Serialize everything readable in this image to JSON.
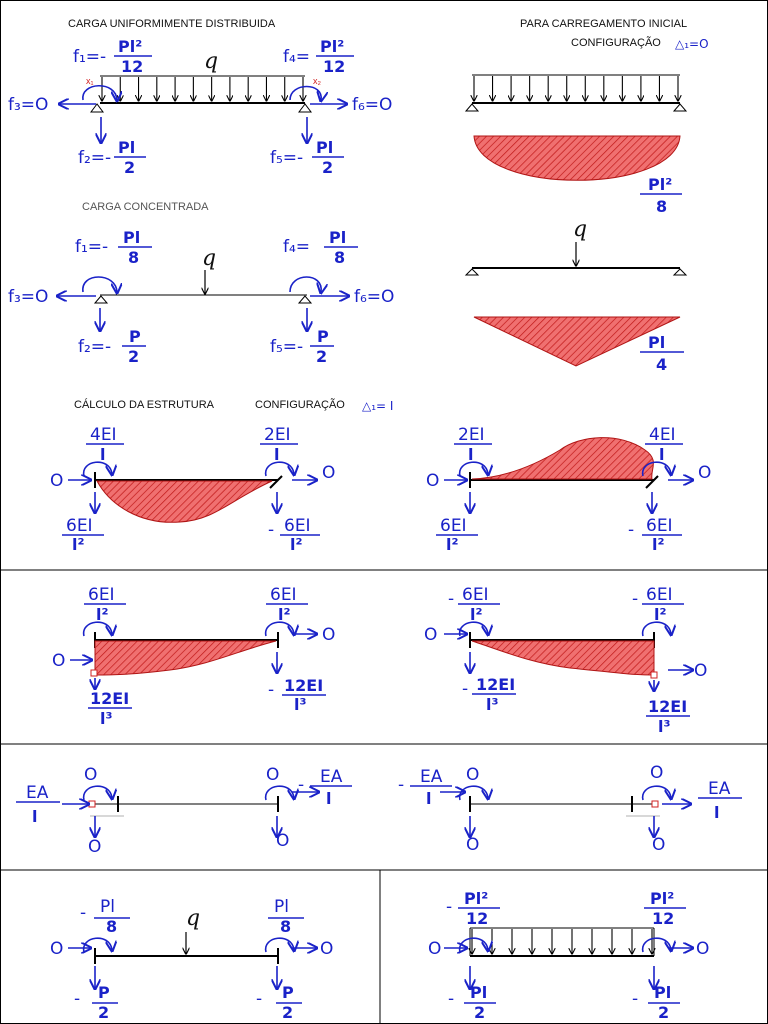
{
  "titles": {
    "uniform": "CARGA UNIFORMIMENTE DISTRIBUIDA",
    "initial": "PARA CARREGAMENTO INICIAL",
    "config0": "CONFIGURAÇÃO",
    "config0_eq": "△₁=O",
    "concentrated": "CARGA CONCENTRADA",
    "structure": "CÁLCULO DA ESTRUTURA",
    "config1": "CONFIGURAÇÃO",
    "config1_eq": "△₁= I"
  },
  "uniform": {
    "f1": "f₁=-",
    "f1_num": "Pl²",
    "f1_den": "12",
    "f4": "f₄=",
    "f4_num": "Pl²",
    "f4_den": "12",
    "f3": "f₃=O",
    "f6": "f₆=O",
    "f2": "f₂=-",
    "f2_num": "Pl",
    "f2_den": "2",
    "f5": "f₅=-",
    "f5_num": "Pl",
    "f5_den": "2",
    "q": "q",
    "x1": "x₁",
    "x2": "x₂"
  },
  "uniform_moment": {
    "num": "Pl²",
    "den": "8"
  },
  "concentrated": {
    "f1": "f₁=-",
    "f1_num": "Pl",
    "f1_den": "8",
    "f4": "f₄=",
    "f4_num": "Pl",
    "f4_den": "8",
    "f3": "f₃=O",
    "f6": "f₆=O",
    "f2": "f₂=-",
    "f2_num": "P",
    "f2_den": "2",
    "f5": "f₅=-",
    "f5_num": "P",
    "f5_den": "2",
    "q": "q"
  },
  "concentrated_moment": {
    "num": "Pl",
    "den": "4",
    "q": "q"
  },
  "rot_left": {
    "m_left_num": "4EI",
    "m_left_den": "l",
    "m_right_num": "2EI",
    "m_right_den": "l",
    "axial_left": "O",
    "axial_right": "O",
    "v_left_num": "6EI",
    "v_left_den": "l²",
    "v_right_sign": "-",
    "v_right_num": "6EI",
    "v_right_den": "l²"
  },
  "rot_right": {
    "m_left_num": "2EI",
    "m_left_den": "l",
    "m_right_num": "4EI",
    "m_right_den": "l",
    "axial_left": "O",
    "axial_right": "O",
    "v_left_num": "6EI",
    "v_left_den": "l²",
    "v_right_sign": "-",
    "v_right_num": "6EI",
    "v_right_den": "l²"
  },
  "trans_left": {
    "m_left_num": "6EI",
    "m_left_den": "l²",
    "m_right_num": "6EI",
    "m_right_den": "l²",
    "axial_left": "O",
    "axial_right": "O",
    "v_left_num": "12EI",
    "v_left_den": "l³",
    "v_right_sign": "-",
    "v_right_num": "12EI",
    "v_right_den": "l³"
  },
  "trans_right": {
    "m_left_sign": "-",
    "m_left_num": "6EI",
    "m_left_den": "l²",
    "m_right_sign": "-",
    "m_right_num": "6EI",
    "m_right_den": "l²",
    "axial_left": "O",
    "axial_right": "O",
    "v_left_sign": "-",
    "v_left_num": "12EI",
    "v_left_den": "l³",
    "v_right_num": "12EI",
    "v_right_den": "l³"
  },
  "axial_left": {
    "n_left_num": "EA",
    "n_left_den": "l",
    "n_right_sign": "-",
    "n_right_num": "EA",
    "n_right_den": "l",
    "m_left": "O",
    "m_right": "O",
    "v_left": "O",
    "v_right": "O"
  },
  "axial_right": {
    "n_left_sign": "-",
    "n_left_num": "EA",
    "n_left_den": "l",
    "n_right_num": "EA",
    "n_right_den": "l",
    "m_left": "O",
    "m_right": "O",
    "v_left": "O",
    "v_right": "O"
  },
  "final_point": {
    "m_left_sign": "-",
    "m_left_num": "Pl",
    "m_left_den": "8",
    "m_right_num": "Pl",
    "m_right_den": "8",
    "axial_left": "O",
    "axial_right": "O",
    "v_left_sign": "-",
    "v_left_num": "P",
    "v_left_den": "2",
    "v_right_sign": "-",
    "v_right_num": "P",
    "v_right_den": "2",
    "q": "q"
  },
  "final_uniform": {
    "m_left_sign": "-",
    "m_left_num": "Pl²",
    "m_left_den": "12",
    "m_right_num": "Pl²",
    "m_right_den": "12",
    "axial_left": "O",
    "axial_right": "O",
    "v_left_sign": "-",
    "v_left_num": "Pl",
    "v_left_den": "2",
    "v_right_sign": "-",
    "v_right_num": "Pl",
    "v_right_den": "2"
  },
  "colors": {
    "ink": "#1a22c8",
    "diagram": "#e85a5a",
    "diagram_edge": "#b01515"
  }
}
